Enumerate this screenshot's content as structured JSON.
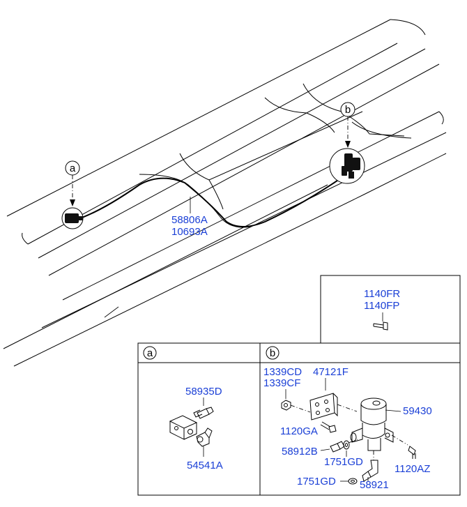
{
  "callouts": {
    "a": "a",
    "b": "b"
  },
  "main_labels": {
    "harness_1": "58806A",
    "harness_2": "10693A"
  },
  "inset": {
    "bolt_1": "1140FR",
    "bolt_2": "1140FP"
  },
  "panel_a": {
    "header": "a",
    "parts": {
      "top": "58935D",
      "bottom": "54541A"
    }
  },
  "panel_b": {
    "header": "b",
    "parts": {
      "nut_1": "1339CD",
      "bracket": "47121F",
      "nut_2": "1339CF",
      "valve": "59430",
      "bolt_left": "1120GA",
      "fitting": "58912B",
      "washer_1": "1751GD",
      "bolt_right": "1120AZ",
      "washer_2": "1751GD",
      "elbow": "58921"
    }
  },
  "colors": {
    "part_number": "#1a3fd6",
    "line": "#000000"
  }
}
